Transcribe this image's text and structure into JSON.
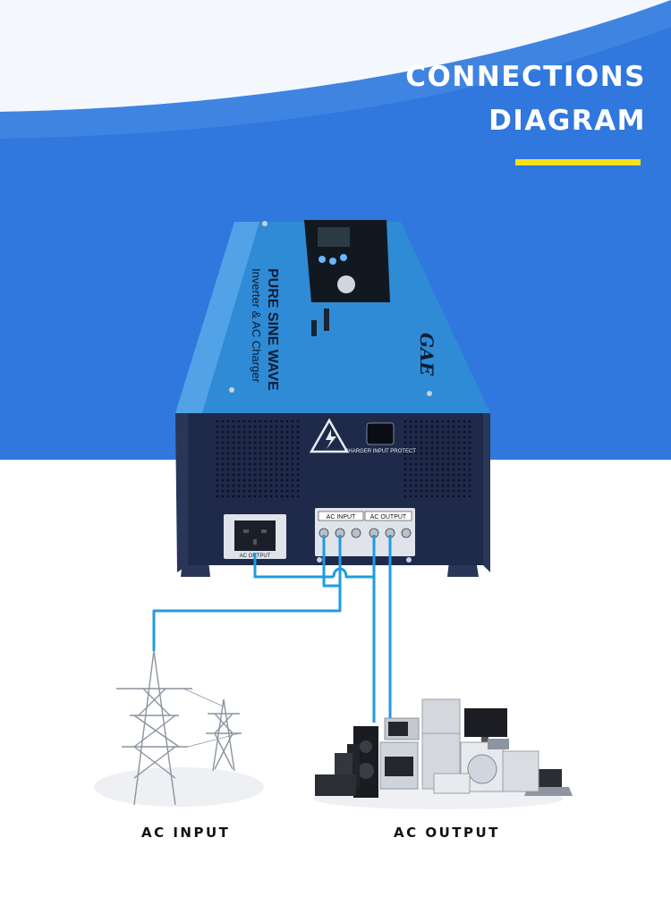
{
  "header": {
    "title_line_1": "CONNECTIONS",
    "title_line_2": "DIAGRAM"
  },
  "inverter": {
    "brand_logo": "GAE",
    "panel_title": "PURE SINE WAVE",
    "panel_subtitle": "Inverter & AC Charger",
    "charger_protect_label": "CHARGER INPUT PROTECT",
    "terminal_ac_input": "AC INPUT",
    "terminal_ac_output": "AC OUTPUT",
    "socket_label": "AC OUTPUT"
  },
  "labels": {
    "ac_input": "AC INPUT",
    "ac_output": "AC OUTPUT"
  },
  "colors": {
    "background_blue": "#3077de",
    "accent_yellow": "#f5e21b",
    "wire_blue": "#1f9be0",
    "device_blue": "#2f8bd6",
    "device_navy": "#1f2a4a"
  },
  "icons": [
    "high-voltage-warning-icon",
    "power-tower-icon",
    "home-appliances-icon"
  ]
}
